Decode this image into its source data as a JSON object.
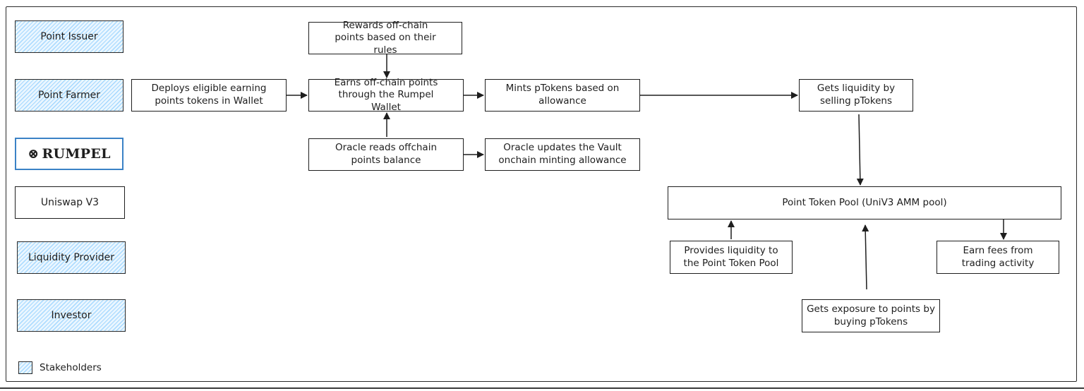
{
  "stakeholders": {
    "point_issuer": "Point Issuer",
    "point_farmer": "Point Farmer",
    "rumpel_symbol": "⊗",
    "rumpel_name": "RUMPEL",
    "uniswap": "Uniswap V3",
    "liquidity_provider": "Liquidity Provider",
    "investor": "Investor"
  },
  "legend": {
    "label": "Stakeholders"
  },
  "steps": {
    "deploys": "Deploys eligible earning points tokens in Wallet",
    "rewards": "Rewards off-chain points based on their rules",
    "earns": "Earns off-chain points through the Rumpel Wallet",
    "oracle_reads": "Oracle reads offchain points balance",
    "mints": "Mints pTokens based on allowance",
    "oracle_updates": "Oracle updates the Vault onchain minting allowance",
    "gets_liquidity": "Gets liquidity by selling pTokens",
    "pool": "Point Token Pool (UniV3 AMM pool)",
    "provides_liquidity": "Provides liquidity to the Point Token Pool",
    "earn_fees": "Earn fees from trading activity",
    "gets_exposure": "Gets exposure to points by buying pTokens"
  },
  "colors": {
    "stroke": "#1e1e1e",
    "hatch": "#a5d8ff",
    "rumpel_border": "#3b82c6"
  }
}
